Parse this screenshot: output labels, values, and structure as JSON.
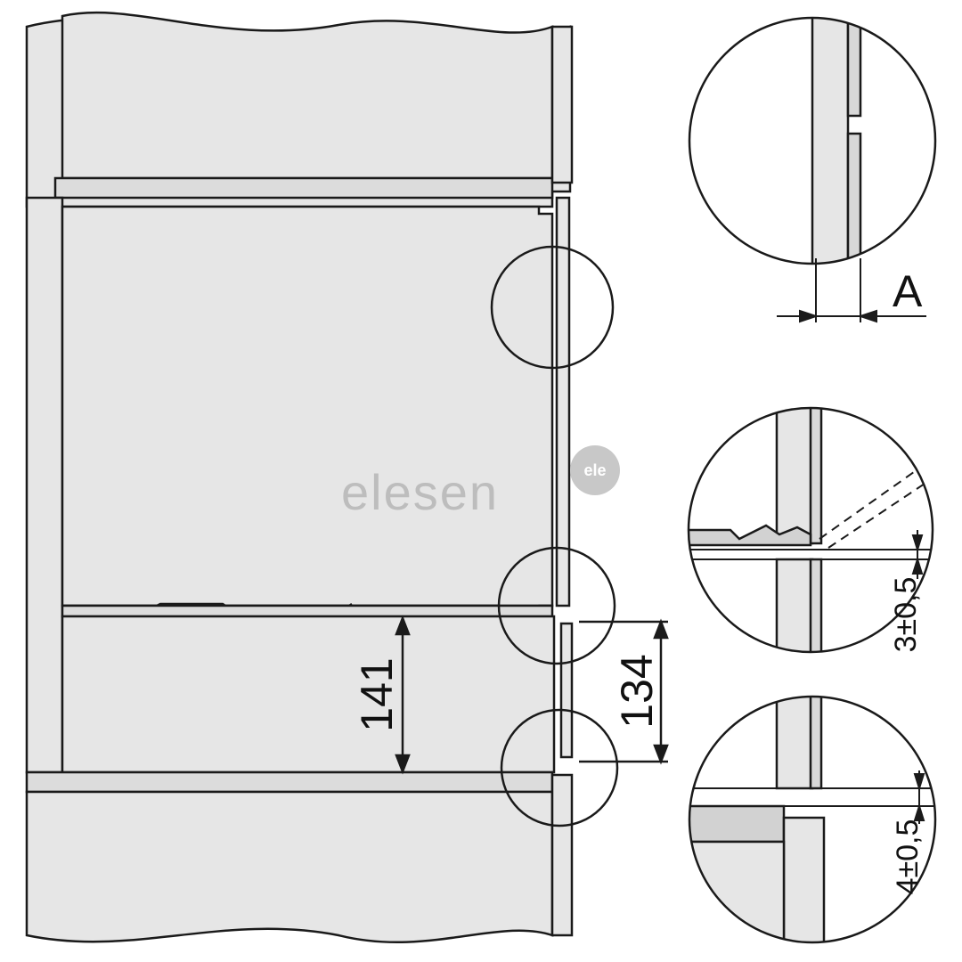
{
  "watermark": {
    "text": "elesen",
    "badge": "ele"
  },
  "dimensions": {
    "lower_niche_height": "141",
    "lower_front_height": "134",
    "detail_gap_label": "A",
    "detail_gap_top": "3±0,5",
    "detail_gap_bottom": "4±0,5"
  },
  "colors": {
    "panel_fill": "#e6e6e6",
    "panel_dark": "#d2d2d2",
    "line": "#1a1a1a",
    "background": "#ffffff"
  }
}
